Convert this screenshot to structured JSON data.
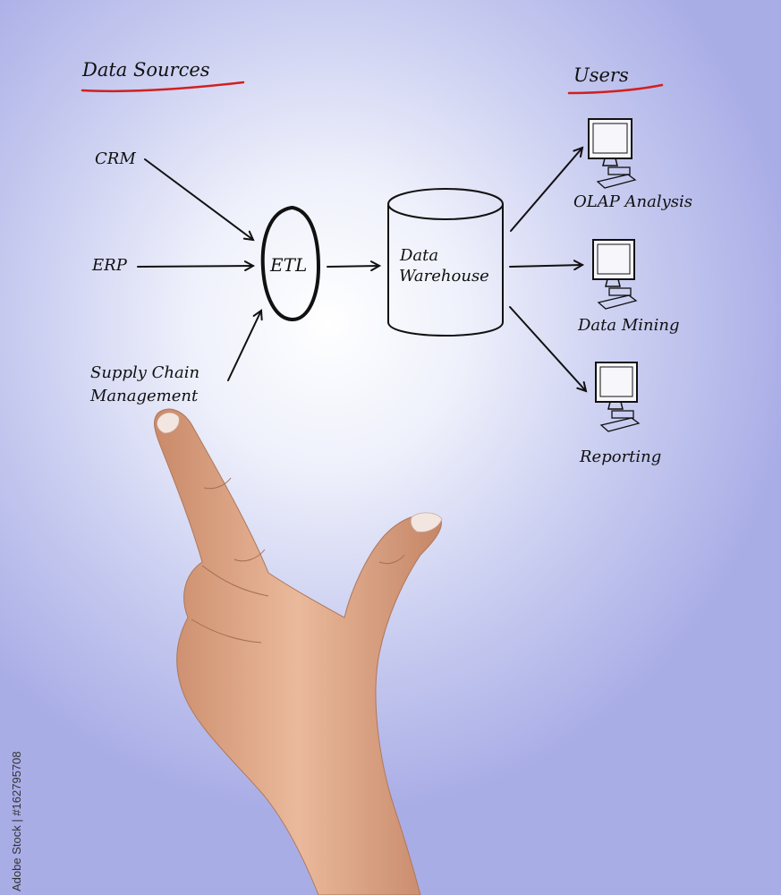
{
  "diagram": {
    "headings": {
      "sources": "Data Sources",
      "users": "Users"
    },
    "sources": [
      "CRM",
      "ERP",
      "Supply Chain",
      "Management"
    ],
    "etl": "ETL",
    "warehouse": [
      "Data",
      "Warehouse"
    ],
    "outputs": [
      "OLAP Analysis",
      "Data Mining",
      "Reporting"
    ]
  },
  "watermark": "Adobe Stock | #162795708",
  "colors": {
    "accent_underline": "#d12020",
    "ink": "#111111",
    "skin": "#e8b596"
  }
}
